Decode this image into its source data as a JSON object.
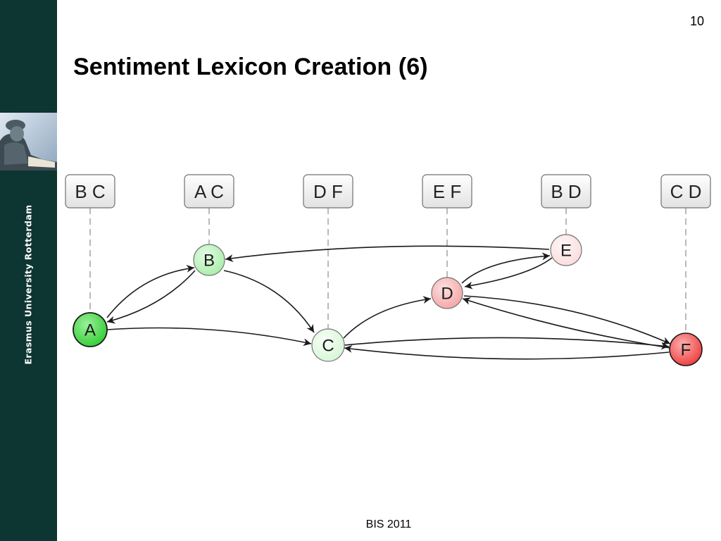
{
  "page_number": "10",
  "title": "Sentiment Lexicon Creation (6)",
  "footer": "BIS 2011",
  "sidebar": {
    "university_name": "Erasmus University Rotterdam"
  },
  "diagram": {
    "labels": [
      {
        "id": "bc",
        "text": "B C"
      },
      {
        "id": "ac",
        "text": "A C"
      },
      {
        "id": "df",
        "text": "D F"
      },
      {
        "id": "ef",
        "text": "E F"
      },
      {
        "id": "bd",
        "text": "B D"
      },
      {
        "id": "cd",
        "text": "C D"
      }
    ],
    "nodes": [
      {
        "id": "A",
        "label": "A",
        "sentiment": "strong-positive",
        "color": "#33cc33"
      },
      {
        "id": "B",
        "label": "B",
        "sentiment": "weak-positive",
        "color": "#a8eea8"
      },
      {
        "id": "C",
        "label": "C",
        "sentiment": "weak-positive",
        "color": "#d6f6d6"
      },
      {
        "id": "D",
        "label": "D",
        "sentiment": "weak-negative",
        "color": "#f4a4a4"
      },
      {
        "id": "E",
        "label": "E",
        "sentiment": "weak-negative",
        "color": "#f9dcdc"
      },
      {
        "id": "F",
        "label": "F",
        "sentiment": "strong-negative",
        "color": "#ee3b3b"
      }
    ],
    "edges": [
      {
        "from": "A",
        "to": "B"
      },
      {
        "from": "B",
        "to": "A"
      },
      {
        "from": "A",
        "to": "C"
      },
      {
        "from": "B",
        "to": "C"
      },
      {
        "from": "E",
        "to": "B"
      },
      {
        "from": "C",
        "to": "D"
      },
      {
        "from": "D",
        "to": "E"
      },
      {
        "from": "E",
        "to": "D"
      },
      {
        "from": "D",
        "to": "F"
      },
      {
        "from": "F",
        "to": "D"
      },
      {
        "from": "C",
        "to": "F"
      },
      {
        "from": "F",
        "to": "C"
      }
    ]
  }
}
